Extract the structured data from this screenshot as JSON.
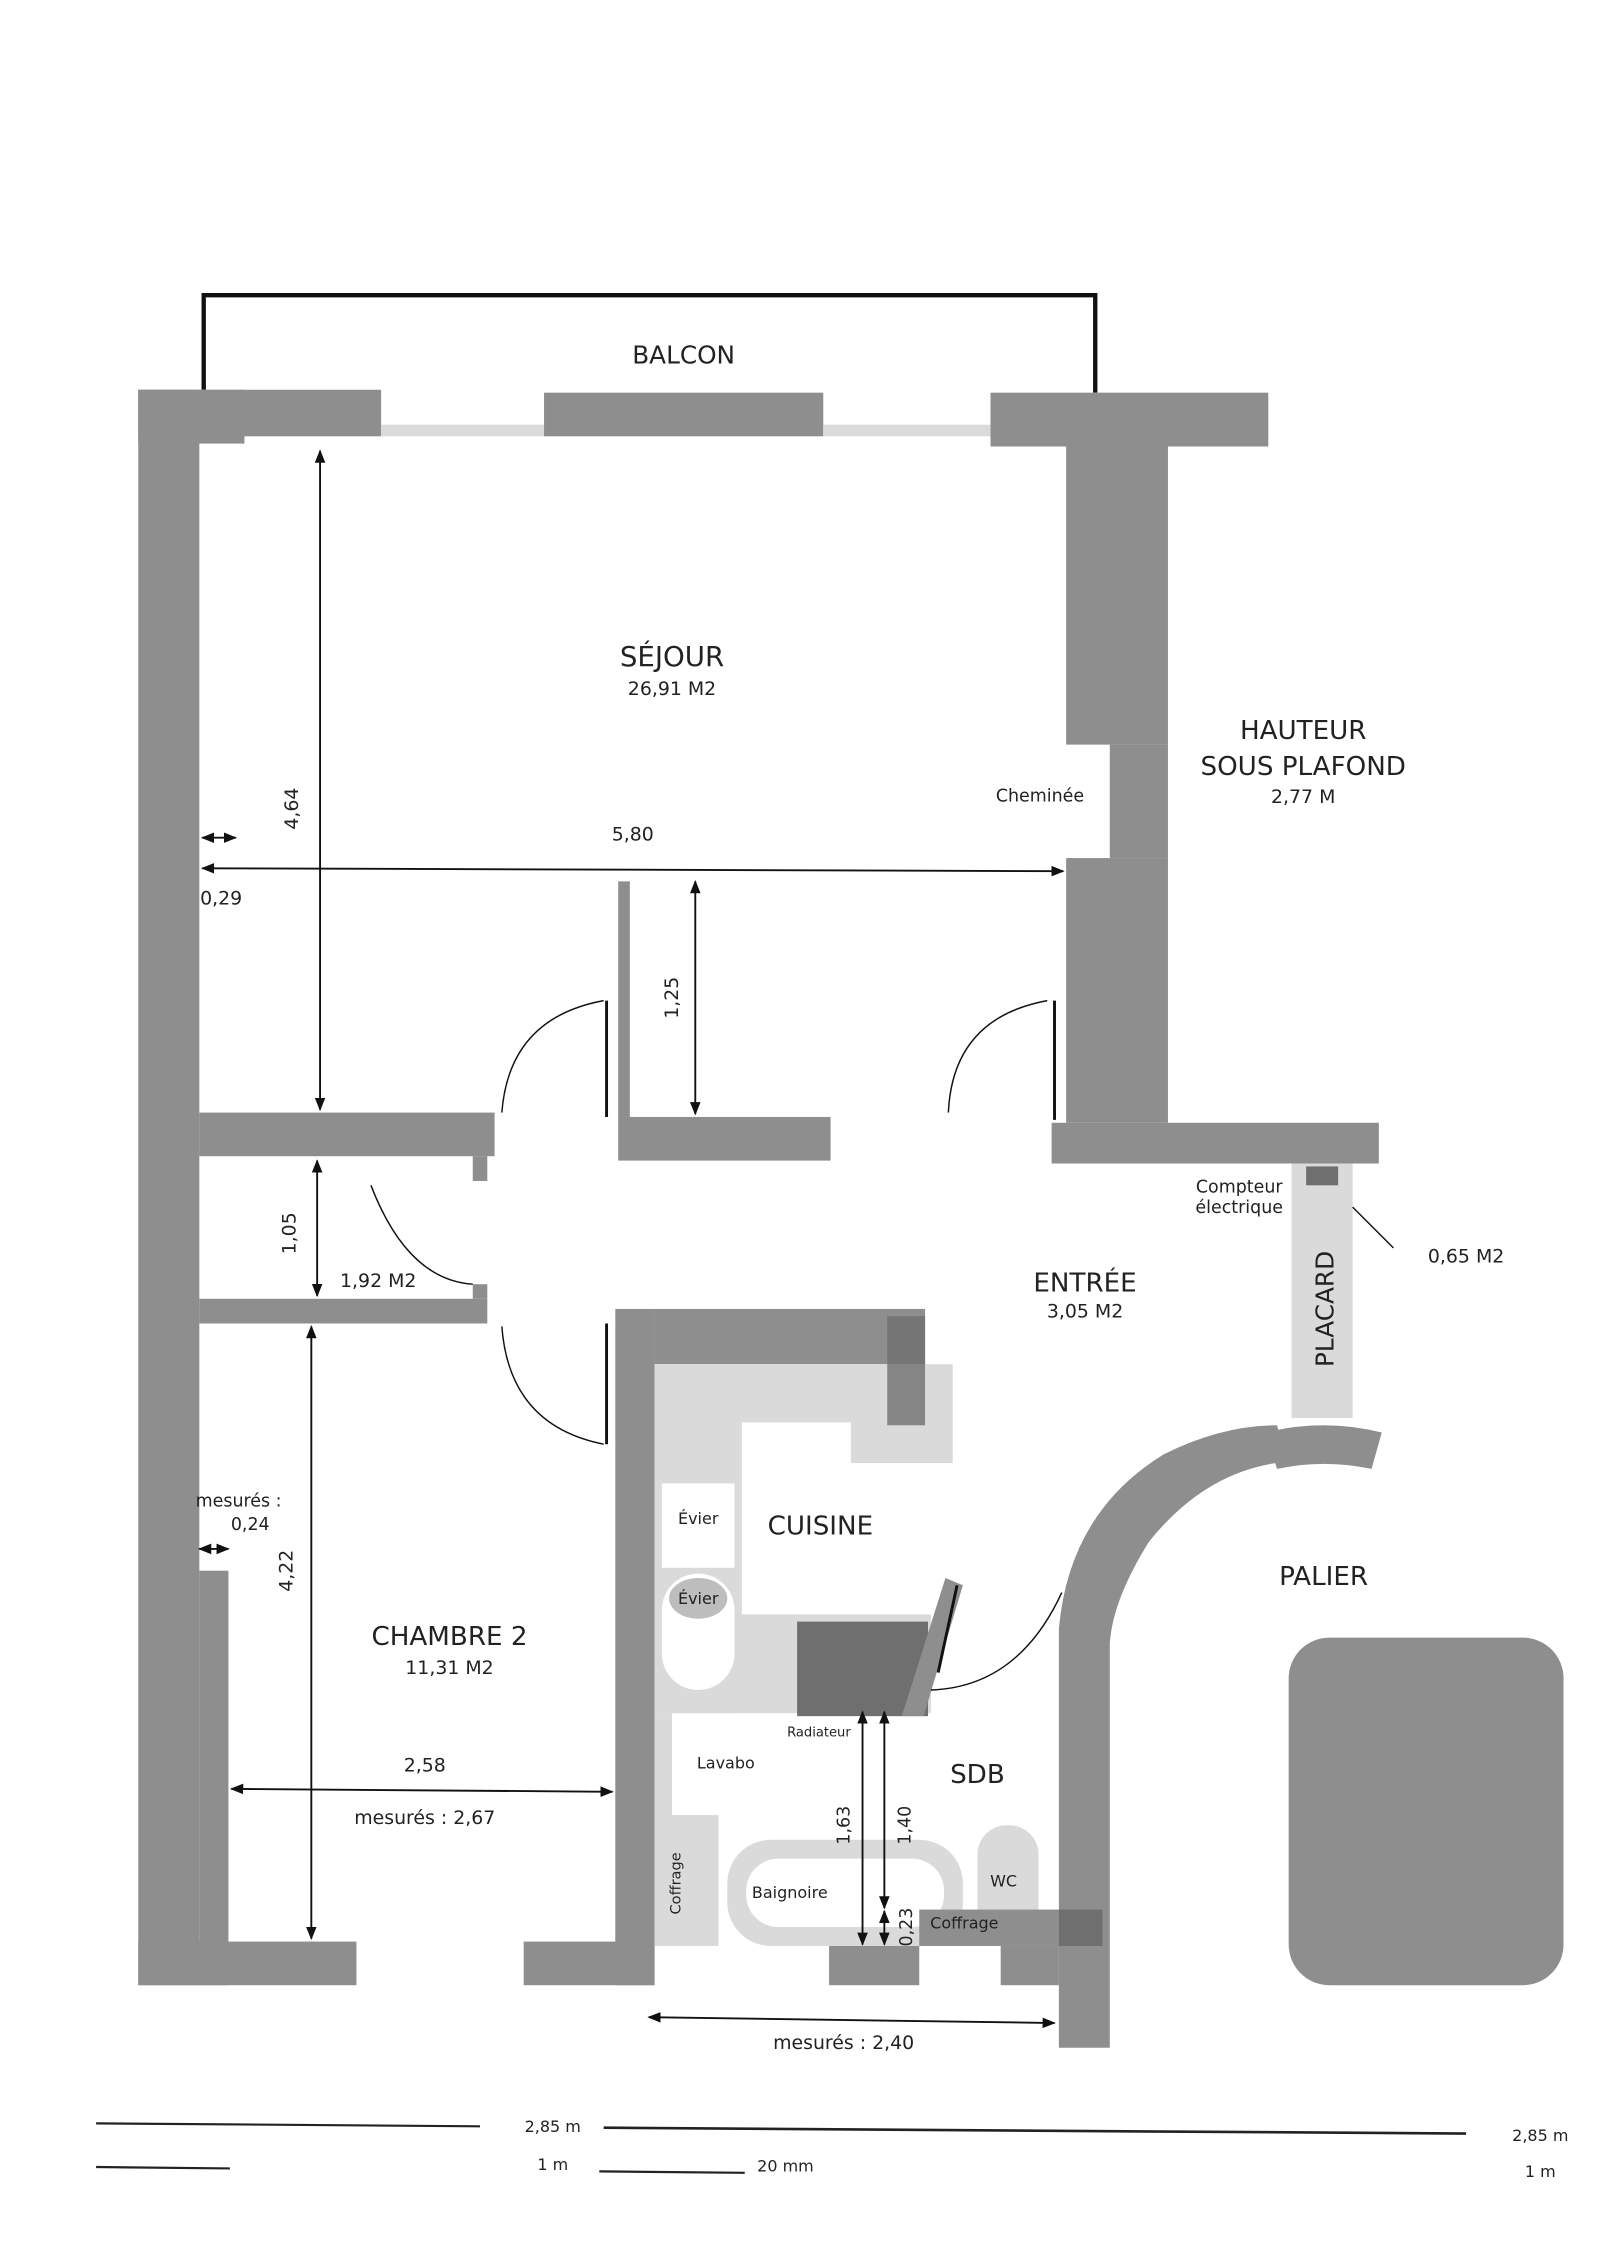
{
  "rooms": {
    "balcon": "BALCON",
    "sejour": {
      "name": "SÉJOUR",
      "area": "26,91 M2"
    },
    "hauteur": {
      "line1": "HAUTEUR",
      "line2": "SOUS PLAFOND",
      "value": "2,77 M"
    },
    "cheminee": "Cheminée",
    "entree": {
      "name": "ENTRÉE",
      "area": "3,05 M2"
    },
    "compteur": {
      "line1": "Compteur",
      "line2": "électrique"
    },
    "placard": {
      "name": "PLACARD",
      "area": "0,65 M2"
    },
    "closet_area": "1,92 M2",
    "cuisine": "CUISINE",
    "evier1": "Évier",
    "evier2": "Évier",
    "palier": "PALIER",
    "chambre2": {
      "name": "CHAMBRE 2",
      "area": "11,31 M2"
    },
    "radiateur": "Radiateur",
    "lavabo": "Lavabo",
    "sdb": "SDB",
    "coffrage1": "Coffrage",
    "coffrage2": "Coffrage",
    "baignoire": "Baignoire",
    "wc": "WC"
  },
  "dimensions": {
    "d464": "4,64",
    "d580": "5,80",
    "d029": "0,29",
    "d125": "1,25",
    "d105": "1,05",
    "mesures024_label": "mesurés :",
    "mesures024_value": "0,24",
    "d422": "4,22",
    "d258": "2,58",
    "mesures267": "mesurés : 2,67",
    "d163": "1,63",
    "d140": "1,40",
    "d023": "0,23",
    "mesures240": "mesurés : 2,40"
  },
  "scale": {
    "s1": "2,85 m",
    "s2": "1 m",
    "s3": "20 mm",
    "s4": "2,85 m",
    "s5": "1 m"
  }
}
